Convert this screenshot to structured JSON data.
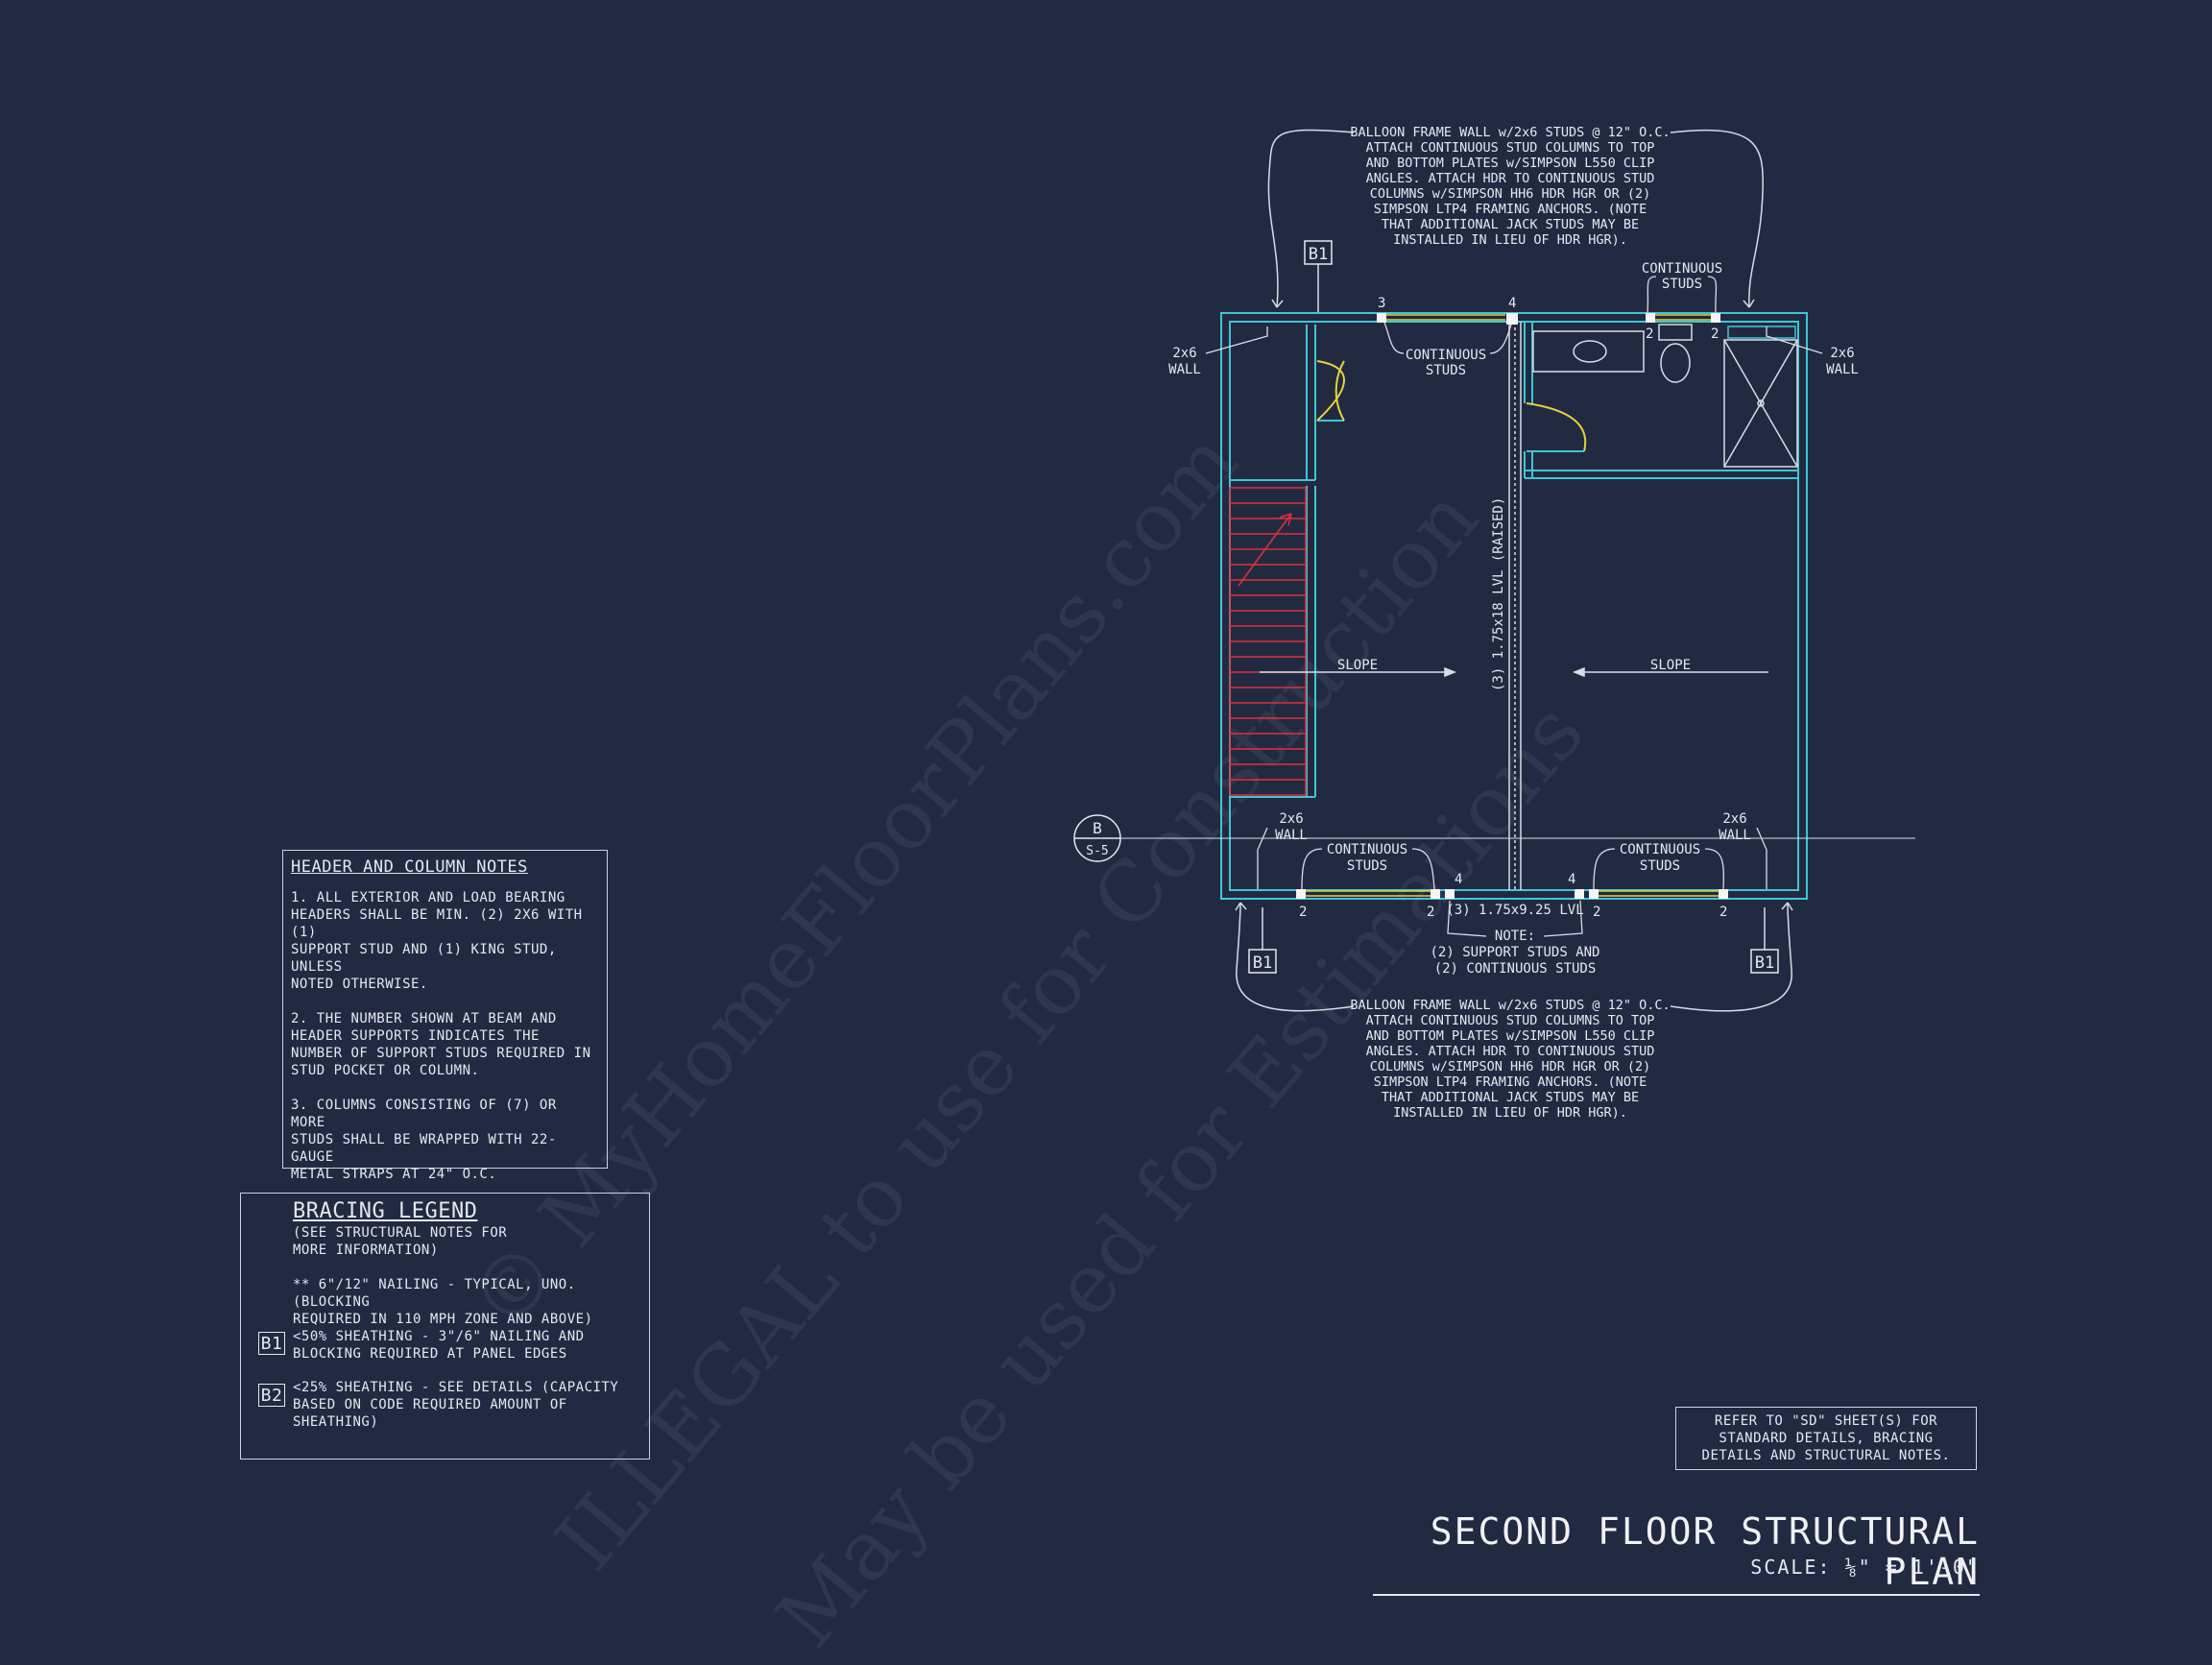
{
  "watermark": {
    "line1": "© MyHomeFloorPlans.com",
    "line2": "ILLEGAL to use for Construction",
    "line3": "May be used for Estimations"
  },
  "plan": {
    "top_note": [
      "BALLOON FRAME WALL w/2x6 STUDS @ 12\" O.C.",
      "ATTACH CONTINUOUS STUD COLUMNS TO TOP",
      "AND BOTTOM PLATES w/SIMPSON L550 CLIP",
      "ANGLES. ATTACH HDR TO CONTINUOUS STUD",
      "COLUMNS w/SIMPSON HH6 HDR HGR OR (2)",
      "SIMPSON LTP4 FRAMING ANCHORS. (NOTE",
      "THAT ADDITIONAL JACK STUDS MAY BE",
      "INSTALLED IN LIEU OF HDR HGR)."
    ],
    "bottom_note": [
      "BALLOON FRAME WALL w/2x6 STUDS @ 12\" O.C.",
      "ATTACH CONTINUOUS STUD COLUMNS TO TOP",
      "AND BOTTOM PLATES w/SIMPSON L550 CLIP",
      "ANGLES. ATTACH HDR TO CONTINUOUS STUD",
      "COLUMNS w/SIMPSON HH6 HDR HGR OR (2)",
      "SIMPSON LTP4 FRAMING ANCHORS. (NOTE",
      "THAT ADDITIONAL JACK STUDS MAY BE",
      "INSTALLED IN LIEU OF HDR HGR)."
    ],
    "b1_tag": "B1",
    "wall_label": [
      "2x6",
      "WALL"
    ],
    "continuous_studs": [
      "CONTINUOUS",
      "STUDS"
    ],
    "slope": "SLOPE",
    "lvl_vertical": "(3) 1.75x18 LVL (RAISED)",
    "lvl_bottom": "(3) 1.75x9.25 LVL",
    "note_support": [
      "NOTE:",
      "(2) SUPPORT STUDS AND",
      "(2) CONTINUOUS STUDS"
    ],
    "section_letter": "B",
    "section_sheet": "S-5",
    "stud_3": "3",
    "stud_4": "4",
    "stud_2": "2"
  },
  "header_notes": {
    "title": "HEADER AND COLUMN NOTES",
    "items": [
      "1. ALL EXTERIOR AND LOAD BEARING\nHEADERS SHALL BE MIN. (2) 2x6 WITH (1)\nSUPPORT STUD AND (1) KING STUD, UNLESS\nNOTED OTHERWISE.",
      "2. THE NUMBER SHOWN AT BEAM AND\nHEADER SUPPORTS INDICATES THE\nNUMBER OF SUPPORT STUDS REQUIRED IN\nSTUD POCKET OR COLUMN.",
      "3. COLUMNS CONSISTING OF (7) OR MORE\nSTUDS SHALL BE WRAPPED WITH 22-GAUGE\nMETAL STRAPS AT 24\" O.C."
    ]
  },
  "bracing_legend": {
    "title": "BRACING LEGEND",
    "subtitle": "(SEE STRUCTURAL NOTES FOR\nMORE INFORMATION)",
    "row1": "** 6\"/12\" NAILING - TYPICAL, UNO. (BLOCKING\nREQUIRED IN 110 MPH ZONE AND ABOVE)",
    "b1_tag": "B1",
    "b1_text": "<50% SHEATHING - 3\"/6\" NAILING AND\nBLOCKING REQUIRED AT PANEL EDGES",
    "b2_tag": "B2",
    "b2_text": "<25% SHEATHING - SEE DETAILS (CAPACITY\nBASED ON CODE REQUIRED AMOUNT OF\nSHEATHING)"
  },
  "refer_note": "REFER TO \"SD\" SHEET(S) FOR\nSTANDARD DETAILS, BRACING\nDETAILS AND STRUCTURAL NOTES.",
  "title": "SECOND FLOOR STRUCTURAL PLAN",
  "scale": "SCALE: ⅛\" = 1'-0\"",
  "colors": {
    "background": "#222a42",
    "wall": "#3ec6d6",
    "stair": "#e0303a",
    "door": "#e6d23a",
    "ink": "#e6e8ee"
  }
}
